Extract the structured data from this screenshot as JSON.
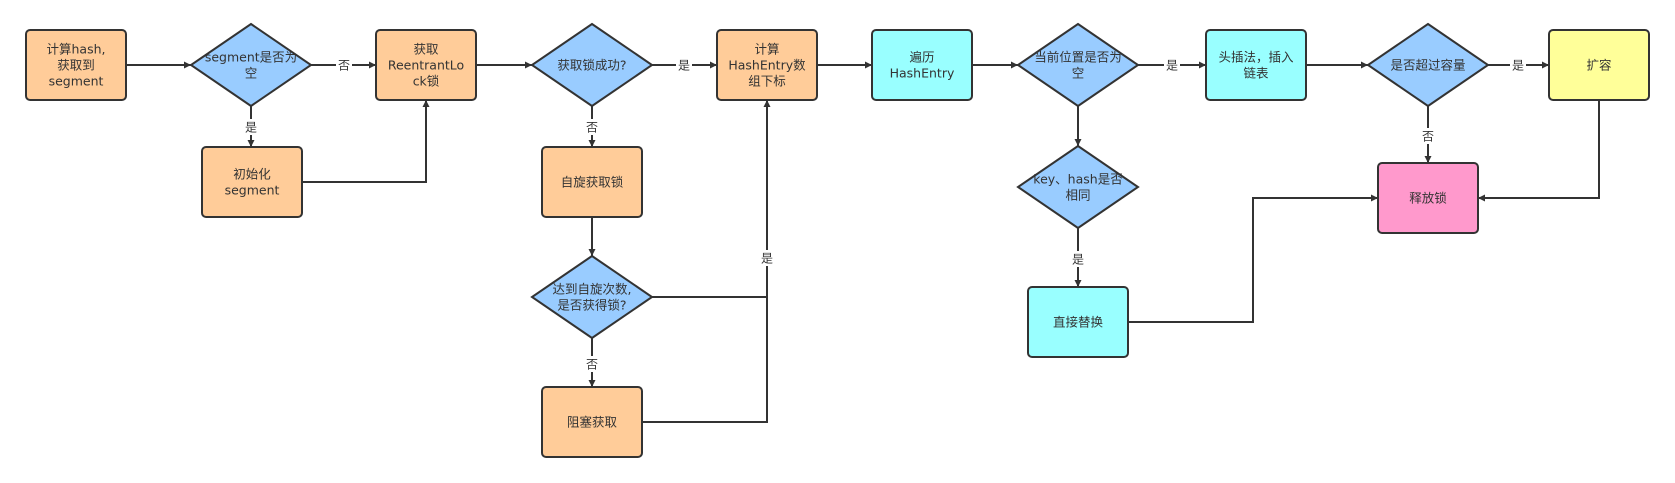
{
  "colors": {
    "process": "#FFCC99",
    "decision": "#99CCFF",
    "entry": "#99FFFF",
    "resize": "#FFFF99",
    "release": "#FF99CC",
    "stroke": "#333333"
  },
  "nodes": {
    "calc_hash": {
      "lines": [
        "计算hash,",
        "获取到",
        "segment"
      ]
    },
    "segment_empty": {
      "lines": [
        "segment是否为",
        "空"
      ]
    },
    "init_segment": {
      "lines": [
        "初始化",
        "segment"
      ]
    },
    "get_lock": {
      "lines": [
        "获取",
        "ReentrantLo",
        "ck锁"
      ]
    },
    "lock_success": {
      "lines": [
        "获取锁成功?"
      ]
    },
    "spin_lock": {
      "lines": [
        "自旋获取锁"
      ]
    },
    "spin_limit": {
      "lines": [
        "达到自旋次数,",
        "是否获得锁?"
      ]
    },
    "block_acquire": {
      "lines": [
        "阻塞获取"
      ]
    },
    "calc_index": {
      "lines": [
        "计算",
        "HashEntry数",
        "组下标"
      ]
    },
    "traverse": {
      "lines": [
        "遍历",
        "HashEntry"
      ]
    },
    "pos_empty": {
      "lines": [
        "当前位置是否为",
        "空"
      ]
    },
    "key_same": {
      "lines": [
        "key、hash是否",
        "相同"
      ]
    },
    "replace": {
      "lines": [
        "直接替换"
      ]
    },
    "head_insert": {
      "lines": [
        "头插法，插入",
        "链表"
      ]
    },
    "over_capacity": {
      "lines": [
        "是否超过容量"
      ]
    },
    "expand": {
      "lines": [
        "扩容"
      ]
    },
    "release_lock": {
      "lines": [
        "释放锁"
      ]
    }
  },
  "edge_labels": {
    "segment_empty_no": "否",
    "segment_empty_yes": "是",
    "lock_success_yes": "是",
    "lock_success_no": "否",
    "spin_limit_yes": "是",
    "spin_limit_no": "否",
    "pos_empty_yes": "是",
    "key_same_yes": "是",
    "over_capacity_yes": "是",
    "over_capacity_no": "否"
  }
}
